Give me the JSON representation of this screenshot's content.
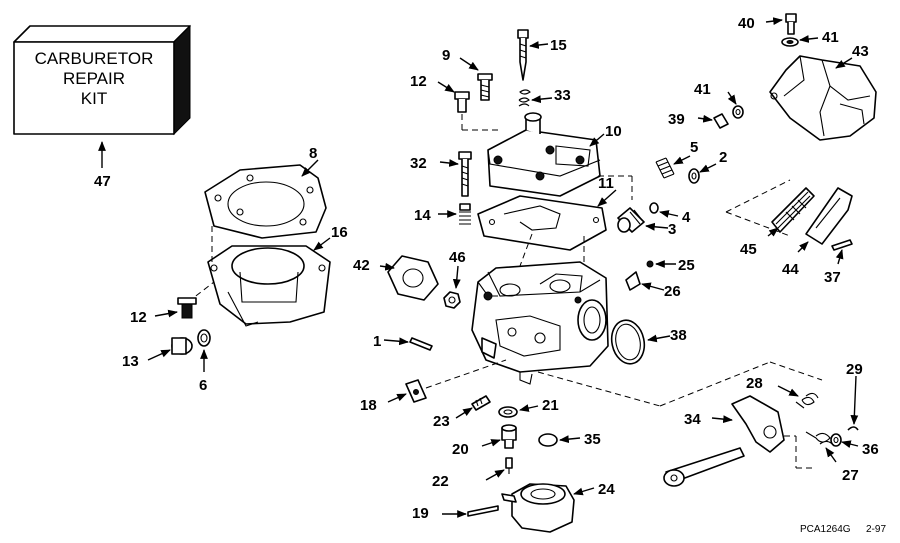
{
  "kit_box": {
    "line1": "CARBURETOR",
    "line2": "REPAIR",
    "line3": "KIT"
  },
  "callouts": {
    "c1": "1",
    "c2": "2",
    "c3": "3",
    "c4": "4",
    "c5": "5",
    "c6": "6",
    "c8": "8",
    "c9": "9",
    "c10": "10",
    "c11": "11",
    "c12a": "12",
    "c12b": "12",
    "c13": "13",
    "c14": "14",
    "c15": "15",
    "c16": "16",
    "c18": "18",
    "c19": "19",
    "c20": "20",
    "c21": "21",
    "c22": "22",
    "c23": "23",
    "c24": "24",
    "c25": "25",
    "c26": "26",
    "c27": "27",
    "c28": "28",
    "c29": "29",
    "c32": "32",
    "c33": "33",
    "c34": "34",
    "c35": "35",
    "c36": "36",
    "c37": "37",
    "c38": "38",
    "c39": "39",
    "c40": "40",
    "c41a": "41",
    "c41b": "41",
    "c42": "42",
    "c43": "43",
    "c44": "44",
    "c45": "45",
    "c46": "46",
    "c47": "47"
  },
  "footer": {
    "code": "PCA1264G",
    "date": "2-97"
  }
}
